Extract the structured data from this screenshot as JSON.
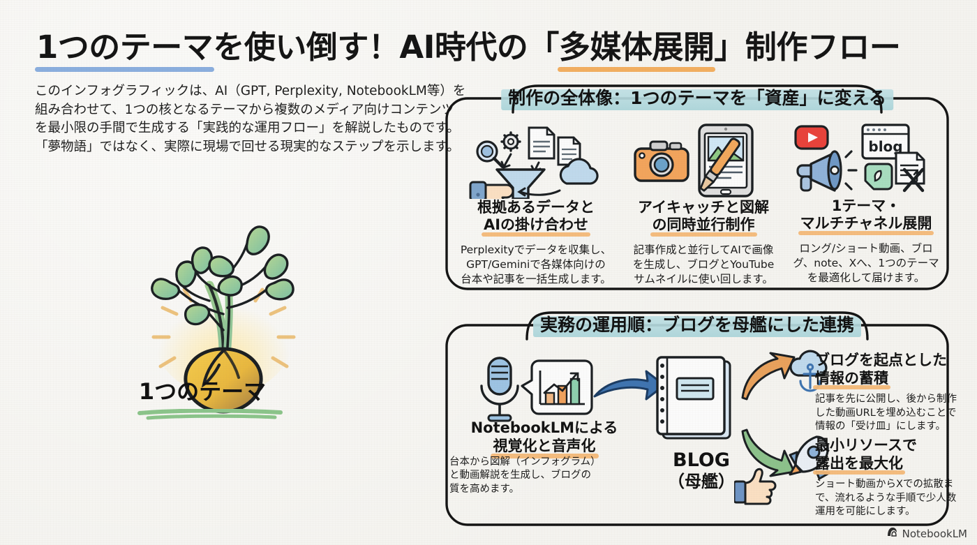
{
  "headline": {
    "part1": "1つのテーマ",
    "part2": "を使い倒す！AI時代の「",
    "part3": "多媒体展開",
    "part4": "」制作フロー",
    "underline_color_1": "#8aaede",
    "underline_color_2": "#f2ae60"
  },
  "intro": {
    "line1": "このインフォグラフィックは、AI（GPT, Perplexity, NotebookLM等）を",
    "line2": "組み合わせて、1つの核となるテーマから複数のメディア向けコンテンツ",
    "line3": "を最小限の手間で生成する「実践的な運用フロー」を解説したものです。",
    "line4": "「夢物語」ではなく、実際に現場で回せる現実的なステップを示します。"
  },
  "hero": {
    "label": "1つのテーマ",
    "icon": "sprouting-seed-illustration",
    "underline_color": "#8bc48a"
  },
  "panel1": {
    "title": "制作の全体像：1つのテーマを「資産」に変える",
    "chip_color": "#a9d3d8",
    "cards": [
      {
        "icon": "funnel-data-collection-icon",
        "title_line1": "根拠あるデータと",
        "title_line2": "AIの掛け合わせ",
        "body_line1": "Perplexityでデータを収集し、",
        "body_line2": "GPT/Geminiで各媒体向けの",
        "body_line3": "台本や記事を一括生成します。"
      },
      {
        "icon": "camera-tablet-paintbrush-icon",
        "title_line1": "アイキャッチと図解",
        "title_line2": "の同時並行制作",
        "body_line1": "記事作成と並行してAIで画像",
        "body_line2": "を生成し、ブログとYouTube",
        "body_line3": "サムネイルに使い回します。"
      },
      {
        "icon": "megaphone-multichannel-icon",
        "title_line1": "1テーマ・",
        "title_line2": "マルチチャネル展開",
        "body_line1": "ロング/ショート動画、ブロ",
        "body_line2": "グ、note、Xへ、1つのテーマ",
        "body_line3": "を最適化して届けます。"
      }
    ]
  },
  "panel2": {
    "title": "実務の運用順：ブログを母艦にした連携",
    "chip_color": "#a9d3d8",
    "source": {
      "icon": "microphone-chart-icon",
      "title_line1": "NotebookLMによる",
      "title_line2": "視覚化と音声化",
      "body_line1": "台本から図解（インフォグラム）",
      "body_line2": "と動画解説を生成し、ブログの",
      "body_line3": "質を高めます。"
    },
    "hub": {
      "icon": "notebook-icon",
      "label": "BLOG",
      "sub_label": "（母艦）",
      "thumbs_icon": "thumbs-up-icon"
    },
    "outcomes": [
      {
        "icon": "cloud-anchor-icon",
        "title_line1": "ブログを起点とした",
        "title_line2": "情報の蓄積",
        "body_line1": "記事を先に公開し、後から制作",
        "body_line2": "した動画URLを埋め込むことで",
        "body_line3": "情報の「受け皿」にします。",
        "arrow_color": "#e8a15c"
      },
      {
        "icon": "rocket-icon",
        "title_line1": "最小リソースで",
        "title_line2": "露出を最大化",
        "body_line1": "ショート動画からXでの拡散ま",
        "body_line2": "で、流れるような手順で少人数",
        "body_line3": "運用を可能にします。",
        "arrow_color": "#8cc18b"
      }
    ],
    "flow_arrow": {
      "icon": "right-arrow-icon",
      "color": "#3f74b0"
    }
  },
  "watermark": {
    "icon": "notebooklm-logo-icon",
    "label": "NotebookLM"
  }
}
